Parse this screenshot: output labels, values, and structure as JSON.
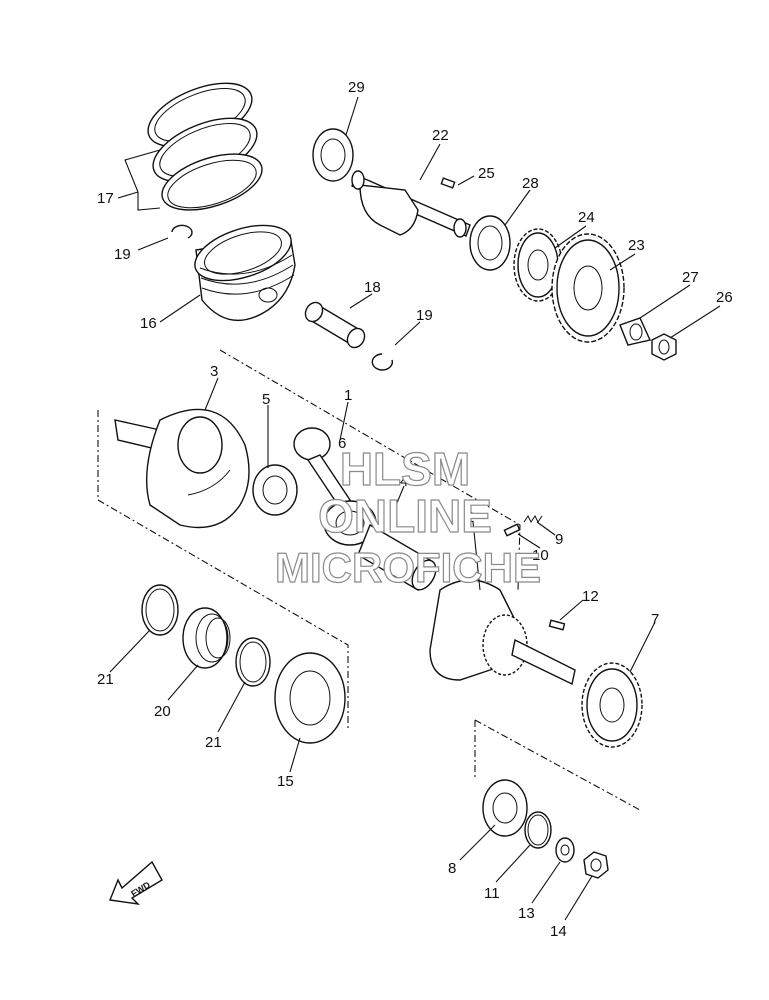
{
  "diagram": {
    "labels": {
      "p1": "1",
      "p2": "2",
      "p3": "3",
      "p4": "4",
      "p5": "5",
      "p6": "6",
      "p7": "7",
      "p8": "8",
      "p9": "9",
      "p10": "10",
      "p11": "11",
      "p12": "12",
      "p13": "13",
      "p14": "14",
      "p15": "15",
      "p16": "16",
      "p17": "17",
      "p18": "18",
      "p19a": "19",
      "p19b": "19",
      "p20": "20",
      "p21a": "21",
      "p21b": "21",
      "p22": "22",
      "p23": "23",
      "p24": "24",
      "p25": "25",
      "p26": "26",
      "p27": "27",
      "p28": "28",
      "p29": "29"
    },
    "watermark": {
      "line1": "HLSM",
      "line2": "ONLINE",
      "line3": "MICROFICHE"
    },
    "fwd": "FWD"
  }
}
